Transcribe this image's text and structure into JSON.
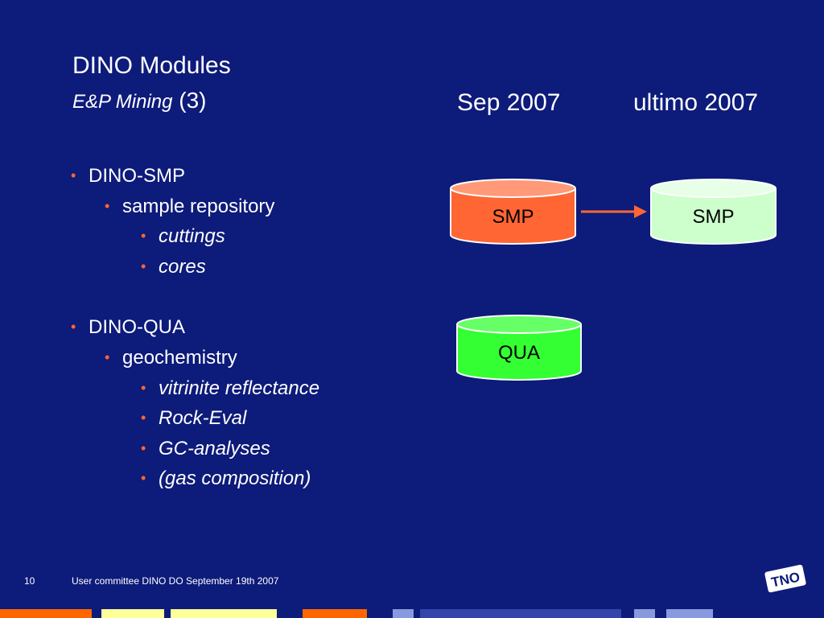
{
  "title": "DINO Modules",
  "subtitle": {
    "italic": "E&P Mining",
    "suffix": "(3)"
  },
  "columns": {
    "left": "Sep 2007",
    "right": "ultimo 2007"
  },
  "bullets": [
    {
      "level": 1,
      "text": "DINO-SMP"
    },
    {
      "level": 2,
      "text": "sample repository"
    },
    {
      "level": 3,
      "text": "cuttings"
    },
    {
      "level": 3,
      "text": "cores"
    },
    {
      "level": 0,
      "text": ""
    },
    {
      "level": 1,
      "text": "DINO-QUA"
    },
    {
      "level": 2,
      "text": "geochemistry"
    },
    {
      "level": 3,
      "text": "vitrinite reflectance"
    },
    {
      "level": 3,
      "text": "Rock-Eval"
    },
    {
      "level": 3,
      "text": "GC-analyses"
    },
    {
      "level": 3,
      "text": "(gas composition)"
    }
  ],
  "bullet_glyph": "•",
  "diagram": {
    "smp_sep": {
      "label": "SMP",
      "fill": "#ff6633",
      "top_fill": "#ff9977"
    },
    "smp_ult": {
      "label": "SMP",
      "fill": "#ccffcc",
      "top_fill": "#e6ffe6"
    },
    "qua_sep": {
      "label": "QUA",
      "fill": "#33ff33",
      "top_fill": "#66ff66"
    },
    "arrow_color": "#ff6633"
  },
  "footer": {
    "page_number": "10",
    "text": "User committee DINO DO September 19th 2007"
  },
  "colors": {
    "background": "#0d1b7a",
    "accent": "#ff6633",
    "stripe_orange": "#ff6600",
    "stripe_yellow": "#ffff99",
    "stripe_blue": "#3344aa",
    "stripe_lightblue": "#8899dd"
  },
  "logo": {
    "text": "TNO"
  }
}
